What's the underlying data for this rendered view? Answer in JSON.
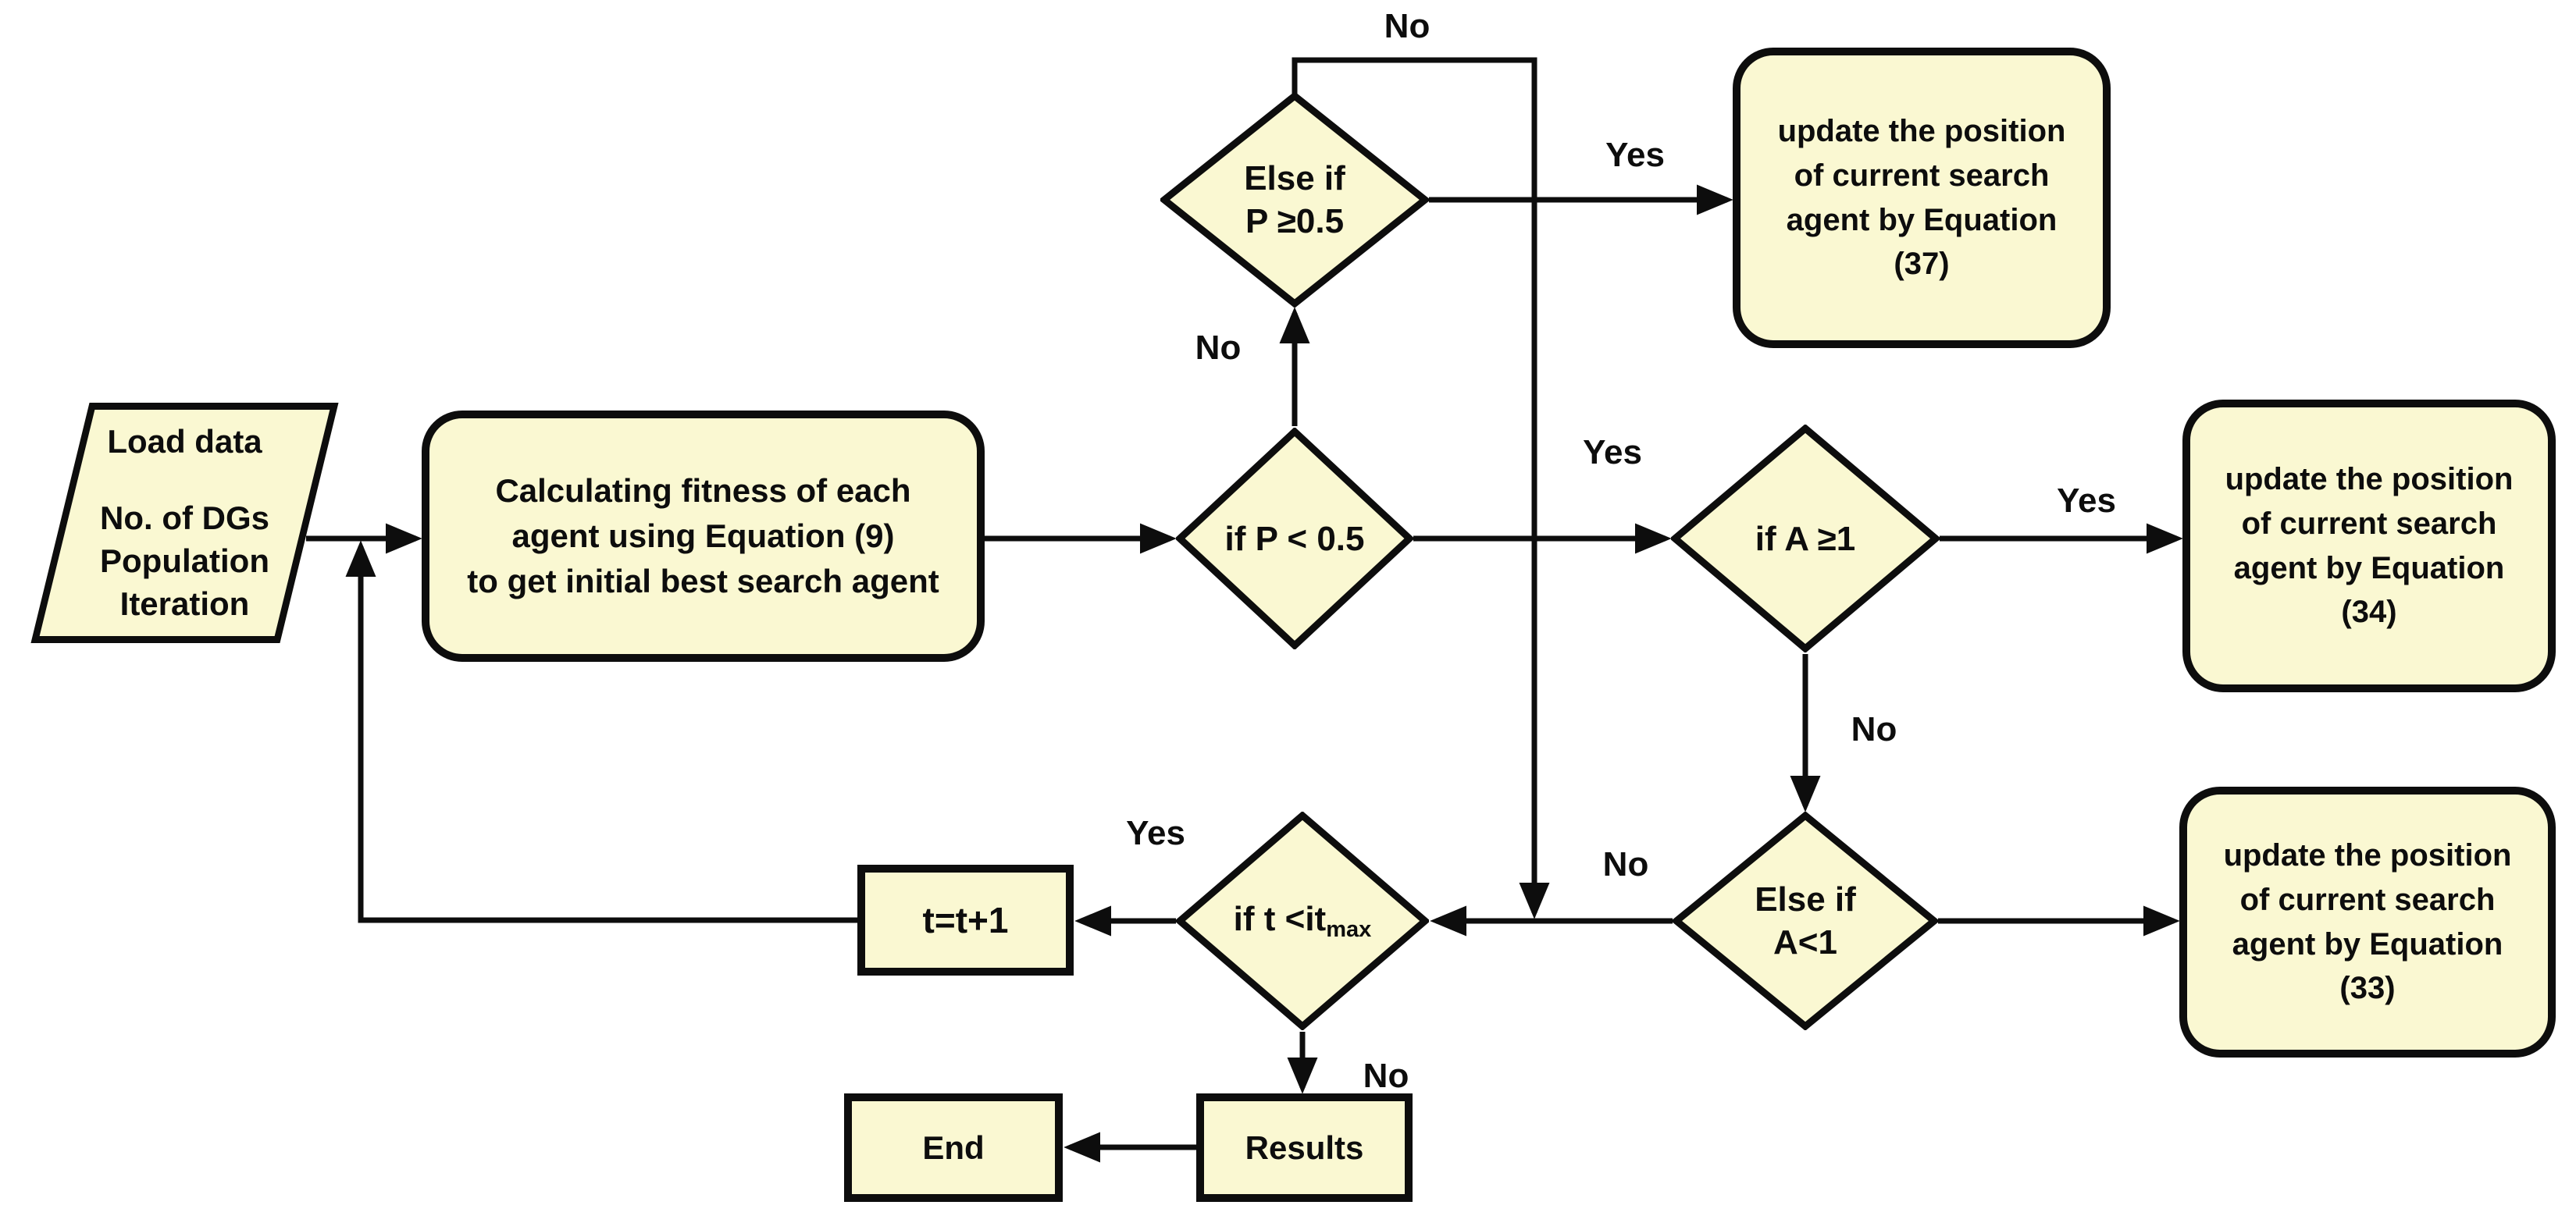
{
  "colors": {
    "node_fill": "#faf8d2",
    "stroke": "#0d0d0d",
    "text": "#0d0d0d",
    "background": "#ffffff"
  },
  "nodes": {
    "input": {
      "lines": [
        "Load data",
        "No. of DGs",
        "Population",
        "Iteration"
      ]
    },
    "calc_fitness": {
      "text": "Calculating fitness of each\nagent using Equation (9)\nto get initial best search agent"
    },
    "if_p": {
      "text": "if P < 0.5"
    },
    "else_p": {
      "text": "Else if\nP ≥0.5"
    },
    "update37": {
      "text": "update the position\nof current search\nagent by Equation\n(37)"
    },
    "if_a": {
      "text": "if A ≥1"
    },
    "update34": {
      "text": "update the position\nof current search\nagent by Equation\n(34)"
    },
    "else_a": {
      "text": "Else if\nA<1"
    },
    "update33": {
      "text": "update the position\nof current search\nagent by Equation\n(33)"
    },
    "if_t": {
      "prefix": "if t <it",
      "subscript": "max"
    },
    "increment": {
      "text": "t=t+1"
    },
    "results": {
      "text": "Results"
    },
    "end": {
      "text": "End"
    }
  },
  "edge_labels": {
    "p_no": "No",
    "top_no": "No",
    "pe_yes": "Yes",
    "p_yes": "Yes",
    "a_yes": "Yes",
    "a_no": "No",
    "ae_no": "No",
    "t_yes": "Yes",
    "t_no": "No"
  }
}
